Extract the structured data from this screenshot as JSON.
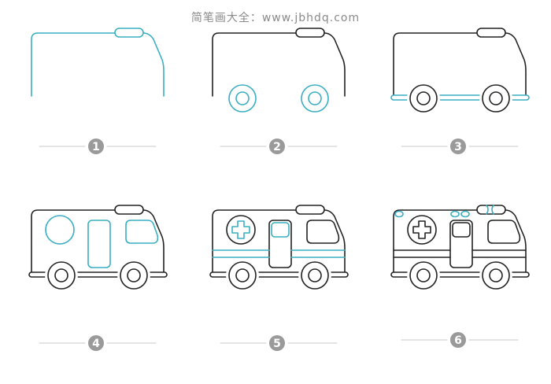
{
  "header": {
    "title": "简笔画大全：www.jbhdq.com"
  },
  "steps": [
    {
      "number": "1"
    },
    {
      "number": "2"
    },
    {
      "number": "3"
    },
    {
      "number": "4"
    },
    {
      "number": "5"
    },
    {
      "number": "6"
    }
  ],
  "colors": {
    "ink": "#222222",
    "highlight": "#3aaec2",
    "badge": "#9a9a9a",
    "rule": "#c8c8c8"
  }
}
